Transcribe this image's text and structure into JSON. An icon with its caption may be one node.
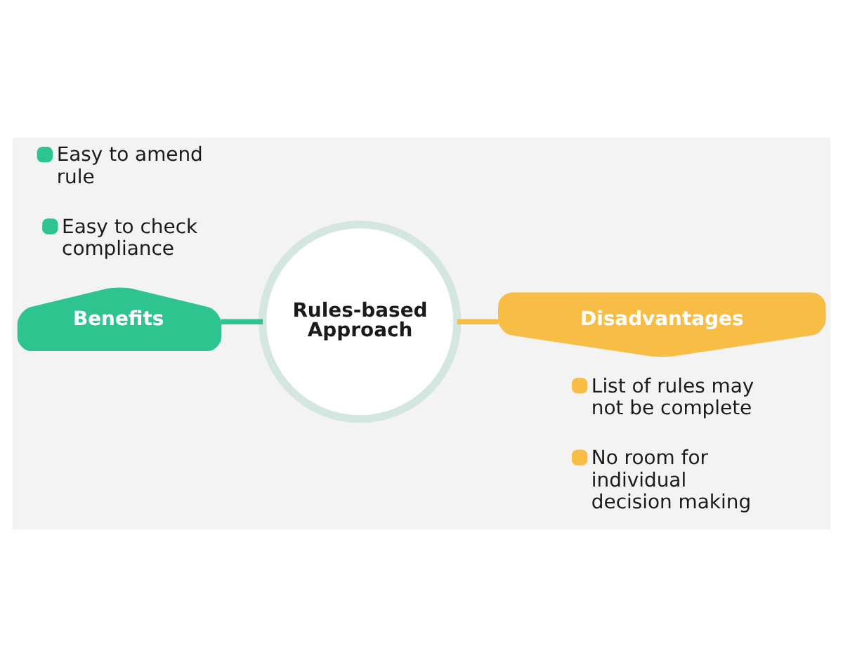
{
  "diagram": {
    "nodes": [
      {
        "text": [
          "Benefits"
        ],
        "beside": [
          "Easy to amend rule",
          "Easy to check compliance"
        ]
      },
      {
        "text": [
          "Rules-based Approach"
        ]
      },
      {
        "text": [
          "Disadvantages"
        ],
        "beside": [
          "List of rules may not be complete",
          "No room for individual decision making"
        ]
      }
    ],
    "edges": [
      {
        "from": 0,
        "to": 1,
        "arrow": "none",
        "color": "#2ec490"
      },
      {
        "from": 1,
        "to": 2,
        "arrow": "none",
        "color": "#f8bd45"
      }
    ]
  }
}
